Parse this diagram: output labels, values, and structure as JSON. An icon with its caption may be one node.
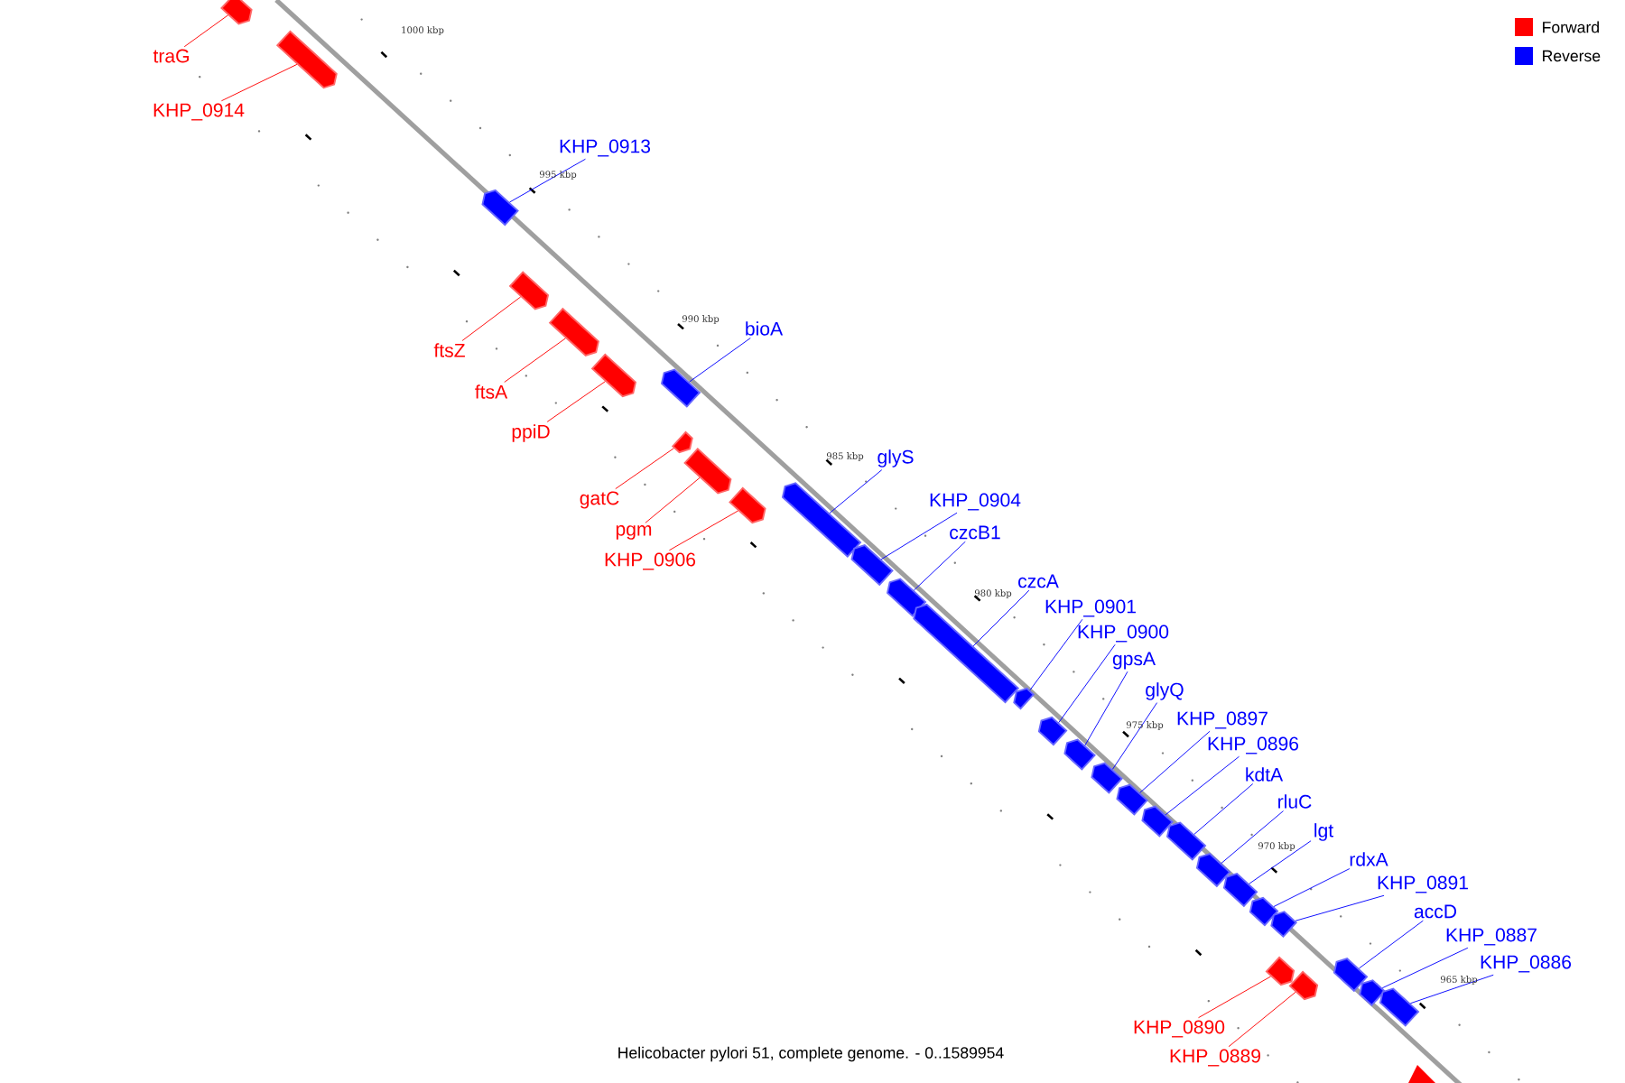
{
  "diagram": {
    "caption": "Helicobacter pylori 51, complete genome. - 0..1589954",
    "nodes": [
      {
        "text": [
          "traG"
        ]
      },
      {
        "text": [],
        "shape": "arrow"
      },
      {
        "text": [
          "KHP_0914"
        ]
      },
      {
        "text": [],
        "shape": "arrow"
      },
      {
        "text": [
          "KHP_0913"
        ]
      },
      {
        "text": [],
        "shape": "arrow"
      },
      {
        "text": [
          "ftsZ"
        ]
      },
      {
        "text": [],
        "shape": "arrow"
      },
      {
        "text": [
          "ftsA"
        ]
      },
      {
        "text": [],
        "shape": "arrow"
      },
      {
        "text": [
          "ppiD"
        ]
      },
      {
        "text": [],
        "shape": "arrow"
      },
      {
        "text": [
          "bioA"
        ]
      },
      {
        "text": [],
        "shape": "arrow"
      },
      {
        "text": [
          "gatC"
        ]
      },
      {
        "text": [],
        "shape": "arrow"
      },
      {
        "text": [
          "pgm"
        ]
      },
      {
        "text": [],
        "shape": "arrow"
      },
      {
        "text": [
          "KHP_0906"
        ]
      },
      {
        "text": [],
        "shape": "arrow"
      },
      {
        "text": [
          "glyS"
        ]
      },
      {
        "text": [],
        "shape": "arrow"
      },
      {
        "text": [
          "KHP_0904"
        ]
      },
      {
        "text": [],
        "shape": "arrow"
      },
      {
        "text": [
          "czcB1"
        ]
      },
      {
        "text": [],
        "shape": "arrow"
      },
      {
        "text": [
          "czcA"
        ]
      },
      {
        "text": [],
        "shape": "arrow"
      },
      {
        "text": [
          "KHP_0901"
        ]
      },
      {
        "text": [],
        "shape": "arrow"
      },
      {
        "text": [
          "KHP_0900"
        ]
      },
      {
        "text": [],
        "shape": "arrow"
      },
      {
        "text": [
          "gpsA"
        ]
      },
      {
        "text": [],
        "shape": "arrow"
      },
      {
        "text": [
          "glyQ"
        ]
      },
      {
        "text": [],
        "shape": "arrow"
      },
      {
        "text": [
          "KHP_0897"
        ]
      },
      {
        "text": [],
        "shape": "arrow"
      },
      {
        "text": [
          "KHP_0896"
        ]
      },
      {
        "text": [],
        "shape": "arrow"
      },
      {
        "text": [
          "kdtA"
        ]
      },
      {
        "text": [],
        "shape": "arrow"
      },
      {
        "text": [
          "rluC"
        ]
      },
      {
        "text": [],
        "shape": "arrow"
      },
      {
        "text": [
          "lgt"
        ]
      },
      {
        "text": [],
        "shape": "arrow"
      },
      {
        "text": [
          "rdxA"
        ]
      },
      {
        "text": [],
        "shape": "arrow"
      },
      {
        "text": [
          "KHP_0891"
        ]
      },
      {
        "text": [],
        "shape": "arrow"
      },
      {
        "text": [
          "KHP_0890"
        ]
      },
      {
        "text": [],
        "shape": "arrow"
      },
      {
        "text": [
          "KHP_0889"
        ]
      },
      {
        "text": [],
        "shape": "arrow"
      },
      {
        "text": [
          "accD"
        ]
      },
      {
        "text": [],
        "shape": "arrow"
      },
      {
        "text": [
          "KHP_0887"
        ]
      },
      {
        "text": [],
        "shape": "arrow"
      },
      {
        "text": [
          "KHP_0886"
        ]
      },
      {
        "text": [],
        "shape": "arrow"
      }
    ],
    "edges": [
      {
        "from": 0,
        "to": 1,
        "arrow": "none",
        "color": "#ff0000"
      },
      {
        "from": 2,
        "to": 3,
        "arrow": "none",
        "color": "#ff0000"
      },
      {
        "from": 4,
        "to": 5,
        "arrow": "none"
      },
      {
        "from": 6,
        "to": 7,
        "arrow": "none",
        "color": "#ff0000"
      },
      {
        "from": 8,
        "to": 9,
        "arrow": "none",
        "color": "#ff0000"
      },
      {
        "from": 10,
        "to": 11,
        "arrow": "none",
        "color": "#ff0000"
      },
      {
        "from": 12,
        "to": 13,
        "arrow": "none"
      },
      {
        "from": 14,
        "to": 15,
        "arrow": "none",
        "color": "#ff0000"
      },
      {
        "from": 16,
        "to": 17,
        "arrow": "none",
        "color": "#ff0000"
      },
      {
        "from": 18,
        "to": 19,
        "arrow": "none",
        "color": "#ff0000"
      },
      {
        "from": 20,
        "to": 21,
        "arrow": "none"
      },
      {
        "from": 22,
        "to": 23,
        "arrow": "none"
      },
      {
        "from": 24,
        "to": 25,
        "arrow": "none"
      },
      {
        "from": 26,
        "to": 27,
        "arrow": "none"
      },
      {
        "from": 28,
        "to": 29,
        "arrow": "none"
      },
      {
        "from": 30,
        "to": 31,
        "arrow": "none"
      },
      {
        "from": 32,
        "to": 33,
        "arrow": "none"
      },
      {
        "from": 34,
        "to": 35,
        "arrow": "none"
      },
      {
        "from": 36,
        "to": 37,
        "arrow": "none"
      },
      {
        "from": 38,
        "to": 39,
        "arrow": "none"
      },
      {
        "from": 40,
        "to": 41,
        "arrow": "none"
      },
      {
        "from": 42,
        "to": 43,
        "arrow": "none"
      },
      {
        "from": 44,
        "to": 45,
        "arrow": "none"
      },
      {
        "from": 46,
        "to": 47,
        "arrow": "none"
      },
      {
        "from": 48,
        "to": 49,
        "arrow": "none"
      },
      {
        "from": 50,
        "to": 51,
        "arrow": "none",
        "color": "#ff0000"
      },
      {
        "from": 52,
        "to": 53,
        "arrow": "none",
        "color": "#ff0000"
      },
      {
        "from": 54,
        "to": 55,
        "arrow": "none"
      },
      {
        "from": 56,
        "to": 57,
        "arrow": "none"
      },
      {
        "from": 58,
        "to": 59,
        "arrow": "none"
      }
    ],
    "labels": [
      "1000 kbp",
      "995 kbp",
      "990 kbp",
      "985 kbp",
      "980 kbp",
      "975 kbp",
      "970 kbp",
      "965 kbp"
    ],
    "legend": [
      {
        "text": "Forward",
        "color": "#ff0000"
      },
      {
        "text": "Reverse",
        "color": "#0000ff"
      }
    ]
  }
}
